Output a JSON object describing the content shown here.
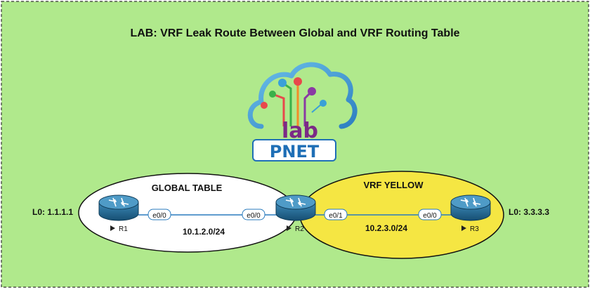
{
  "title": "LAB: VRF Leak Route Between Global and VRF Routing Table",
  "logo": {
    "text_lab": "lab",
    "text_pnet": "PNET"
  },
  "zones": {
    "global": {
      "label": "GLOBAL TABLE",
      "color": "#ffffff"
    },
    "vrf": {
      "label": "VRF YELLOW",
      "color": "#f5e643"
    }
  },
  "routers": {
    "r1": {
      "name": "R1",
      "loopback": "L0: 1.1.1.1"
    },
    "r2": {
      "name": "R2"
    },
    "r3": {
      "name": "R3",
      "loopback": "L0: 3.3.3.3"
    }
  },
  "links": {
    "r1_r2": {
      "subnet": "10.1.2.0/24",
      "a_iface": "e0/0",
      "b_iface": "e0/0"
    },
    "r2_r3": {
      "subnet": "10.2.3.0/24",
      "a_iface": "e0/1",
      "b_iface": "e0/0"
    }
  },
  "colors": {
    "background": "#b0e98c",
    "border": "#333333",
    "router_body": "#1e6a94",
    "link": "#2a7bbd"
  }
}
